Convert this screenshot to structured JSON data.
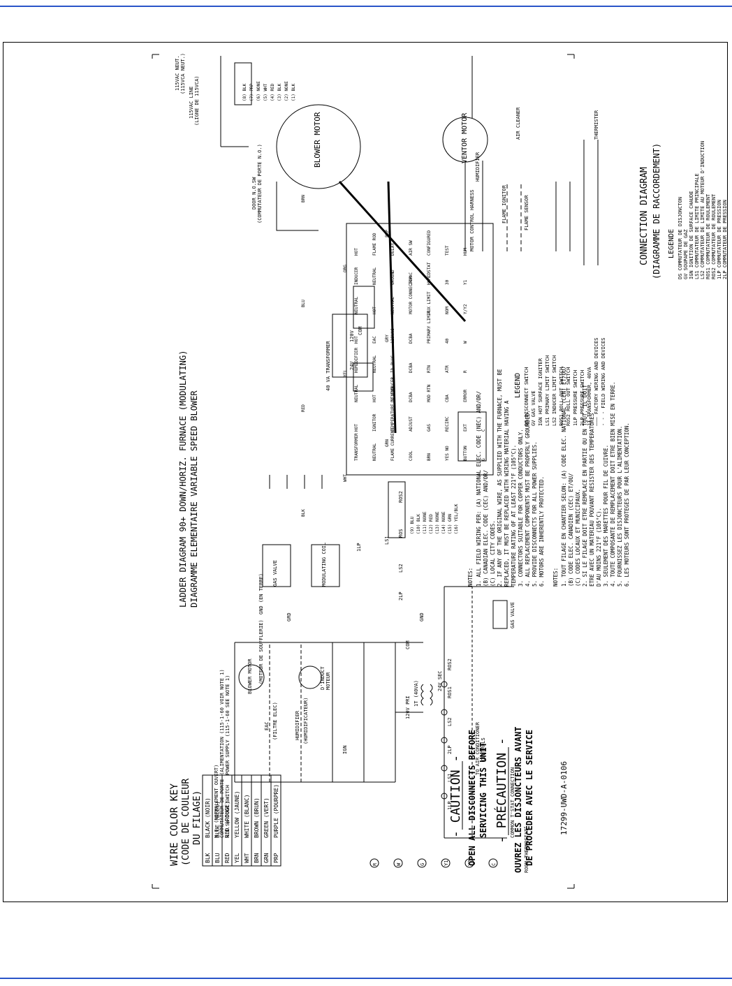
{
  "colors": {
    "accent_rule": "#2a54c8",
    "ink": "#000000"
  },
  "title": {
    "line1": "LADDER DIAGRAM   90+  DOWN/HORIZ. FURNACE (MODULATING)",
    "line2": "DIAGRAMME ELEMENTAIRE         VARIABLE SPEED BLOWER"
  },
  "connection": {
    "en": "CONNECTION DIAGRAM",
    "fr": "(DIAGRAMME DE RACCORDEMENT)"
  },
  "wire_key": {
    "title1": "WIRE COLOR KEY",
    "title2": "(CODE DE COULEUR",
    "title3": "DU FILAGE)",
    "rows": [
      {
        "code": "BLK",
        "name": "BLACK (NOIR)"
      },
      {
        "code": "BLU",
        "name": "BLUE (BLEU)"
      },
      {
        "code": "RED",
        "name": "RED (ROUGE)"
      },
      {
        "code": "YEL",
        "name": "YELLOW (JAUNE)"
      },
      {
        "code": "WHT",
        "name": "WHITE (BLANC)"
      },
      {
        "code": "BRN",
        "name": "BROWN (BRUN)"
      },
      {
        "code": "GRN",
        "name": "GREEN (VERT)"
      },
      {
        "code": "PRP",
        "name": "PURPLE (POURPRE)"
      }
    ]
  },
  "caution": {
    "title": "- CAUTION -",
    "line1": "OPEN ALL DISCONNECTS BEFORE",
    "line2": "SERVICING THIS UNIT",
    "fr_title": "- PRÉCAUTION -",
    "fr_line1": "OUVREZ LES DISJONCTEURS AVANT",
    "fr_line2": "DE PROCÉDER AVEC LE SERVICE"
  },
  "part_number": "17299-UWD-A-0106",
  "notes": {
    "title": "NOTES:",
    "lines": [
      "1. ALL FIELD WIRING PER:  (A) NATIONAL ELEC. CODE (NEC) AND/OR/",
      "                          (B) CANADIAN ELEC. CODE (CEC) AND/OR/",
      "                          (C) LOCAL CITY CODES.",
      "2. IF ANY OF THE ORIGINAL WIRE, AS SUPPLIED WITH THE FURNACE, MUST BE",
      "   REPLACED, IT MUST BE REPLACED WITH WIRING MATERIAL HAVING A",
      "   TEMPERATURE RATING OF AT LEAST 221°F (105°C).",
      "3. CONNECTORS SUITABLE FOR COPPER CONDUCTORS ONLY.",
      "4. ALL REPLACEMENT COMPONENTS MUST BE PROPERLY GROUNDED.",
      "5. PROVIDE DISCONNECTS FOR ALL POWER SUPPLIES.",
      "6. MOTORS ARE INHERENTLY PROTECTED."
    ],
    "fr_title": "NOTES:",
    "fr_lines": [
      "1. TOUT FILAGE EN CHANTIER SELON: (A) CODE ELEC. NATIONAL (CEN) ET/OU/",
      "                                  (B) CODE ELEC. CANADIEN (CEC) ET/OU/",
      "                                  (C) CODES LOCAUX ET MUNICIPAUX.",
      "2. SI LE FILAGE DOIT ETRE REMPLACE EN PARTIE OU EN TOUT, IL DOIT",
      "   ETRE AVEC UN MATERIAU POUVANT RESISTER DES TEMPERATURES",
      "   D'AU MOINS 221°F (105°C).",
      "3. SEULEMENT DES MARETTES POUR FIL DE CUIVRE.",
      "4. TOUTE COMPOSANTE DE REMPLACEMENT DOIT ETRE BIEN MISE EN TERRE.",
      "5. FOURNISSEZ LES DISJONCTEURS POUR L'ALIMENTATION.",
      "6. LES MOTEURS SONT PROTEGES DE PAR LEUR CONCEPTION."
    ]
  },
  "legend": {
    "title": "LEGEND",
    "rows": [
      "DS   DISCONNECT SWITCH",
      "GV   GAS VALVE",
      "IGN  HOT SURFACE IGNITER",
      "LS1  PRIMARY LIMIT SWITCH",
      "LS2  INDUCER LIMIT SWITCH",
      "ROS1 ROLL OUT SWITCH",
      "ROS2 ROLL OUT SWITCH",
      "1LP  PRESSURE SWITCH",
      "2LP  PRESSURE SWITCH",
      "1T   TRANSFORMER, 40VA",
      "———  FACTORY WIRING AND DEVICES",
      "- - -  FIELD WIRING AND DEVICES"
    ]
  },
  "legende": {
    "title": "LEGENDE",
    "rows": [
      "DS   COMMUTATEUR DE DISJONCTON",
      "GV   SOUPAPE DE GAZ",
      "IGN  IGNITION DE SURFACE CHAUDE",
      "LS1  COMMUTATEUR DE LIMITE PRINCIPALE",
      "LS2  COMMUTATEUR DE LIMITE AU MOTEUR D'INDUCTION",
      "ROS1 COMMUTATEUR DE ROULEMENT",
      "ROS2 COMMUTATEUR DE ROULEMENT",
      "1LP  COMMUTATEUR DE PRESSION",
      "2LP  COMMUTATEUR DE PRESSION",
      "1T   TRANSFORMEUR, 40VA",
      "———  FILAGE DE L'USINE ET APPAREILS",
      "- - -  FILAGE DE CHANTIER ET APPAREILS"
    ]
  },
  "ladder": {
    "switch_note1": "N.O.SW DOOR SWITCH",
    "switch_note2": "COMMUTATEUR DE PORTE",
    "switch_note3": "N.O. (NORMALEMENT OUVERT)",
    "power1": "POWER SUPPLY (115-1-60 SEE NOTE 1)",
    "power2": "(ALIMENTATION (115-1-60 VOIR NOTE 1)",
    "ds": "DS",
    "blower_motor": "BLOWER MOTOR",
    "moteur": "(MOTEUR DE SOUFFLERIE)",
    "eac": "EAC",
    "eac_fr": "(FILTRE ELEC)",
    "humidifier": "HUMIDIFIER",
    "humid_fr": "(HUMIDIFICATEUR)",
    "inducer": "D'INDUCT",
    "inducer2": "MOTEUR",
    "ign": "IGN",
    "xfmr": "1T (40VA)",
    "pri": "120V PRI",
    "sec": "24V SEC",
    "com": "COM",
    "ros1": "ROS1",
    "ros2": "ROS2",
    "ls1": "LS1",
    "ls2": "LS2",
    "lp1": "1LP",
    "lp2": "2LP",
    "gas_valve": "GAS VALVE",
    "gnd": "GND",
    "ac_ctrl1": "TO AIR CONDITIONER",
    "ac_ctrl2": "CONTROLS",
    "common": "COMMON T'STAT CONNECTION",
    "room_tstat": "ROOM THERMOSTAT",
    "terminals": [
      "R",
      "W",
      "G",
      "Y1",
      "Y2",
      "C"
    ]
  },
  "connection_parts": {
    "blower": "BLOWER MOTOR",
    "door1": "DOOR N.O.SW",
    "door2": "(COMMUTATEUR DE PORTE N.O.)",
    "line1": "115VAC NEUT.",
    "line2": "(115VCA NEUT.)",
    "line3": "115VAC LINE",
    "line4": "(LIGNE DE 115VCA)",
    "ventor": "VENTOR MOTOR",
    "air_cleaner": "AIR CLEANER",
    "humidifier": "HUMIDIFIER",
    "flame_ignitor": "FLAME IGNITOR",
    "flame_sensor": "FLAME SENSOR",
    "thermister": "THERMISTER",
    "motor_harness": "MOTOR CONTROL HARNESS",
    "transformer": "40 VA TRANSFORMER",
    "v120": "120V",
    "v24": "24V",
    "com": "COM",
    "modulating": "MODULATING COIL",
    "gas_valve": "GAS VALVE",
    "ilp": "1LP",
    "ros1": "ROS",
    "ros2": "ROS2",
    "ls1": "LS1",
    "ls2": "LS2",
    "lp2": "2LP",
    "gnd": "GND (EN TERRE)",
    "grd": "GRD"
  },
  "board": {
    "labels": [
      "TRANSFORMER",
      "HOT",
      "NEUTRAL",
      "HUMIDIFIER",
      "HOT",
      "NEUTRAL",
      "INDUCER",
      "HOT",
      "NEUTRAL",
      "IGNITOR",
      "HOT",
      "NEUTRAL",
      "EAC",
      "HOT",
      "NEUTRAL",
      "FLAME ROD",
      "FLAME CURRENT",
      "TEMPERATURE SENSOR",
      "DC INDUCER",
      "ID PLUG",
      "120VAC",
      "NEUTRAL",
      "GROUND",
      "DELAY",
      "COOL",
      "ADJUST",
      "DCBA",
      "DCBA",
      "DCBA",
      "MOTOR CONNECTOR",
      "24VAC",
      "AIR SW",
      "BRN",
      "GAS",
      "MOD RTN",
      "RTN",
      "PRIMARY LIMIT",
      "AUX LIMIT",
      "HUMIDSTAT",
      "CONFIGURED",
      "YES NO",
      "RECIRC",
      "CBA",
      "ATR",
      "40",
      "NOM",
      "30",
      "TEST",
      "BUTTON",
      "EXT",
      "ERROR",
      "R",
      "W",
      "Y/Y2",
      "Y1",
      "HUM",
      "G",
      "C"
    ]
  },
  "wires": {
    "blk": "BLK",
    "wht": "WHT",
    "grn": "GRN",
    "red": "RED",
    "yel": "YEL",
    "gry": "GRY",
    "blu": "BLU",
    "org": "ORG",
    "prp": "PRP",
    "brn": "BRN"
  },
  "pin_labels_a": [
    "(1) BLK",
    "(2) NONE",
    "(3) BLK",
    "(4) RED",
    "(5) WHT",
    "(6) NONE",
    "(7) PRP",
    "(8) BLK"
  ],
  "pin_labels_b": [
    "(9) BLU",
    "(10) BLK",
    "(11) NONE",
    "(12) RED",
    "(13) NONE",
    "(14) NONE",
    "(15) GRN",
    "(16) YEL/BLK"
  ]
}
